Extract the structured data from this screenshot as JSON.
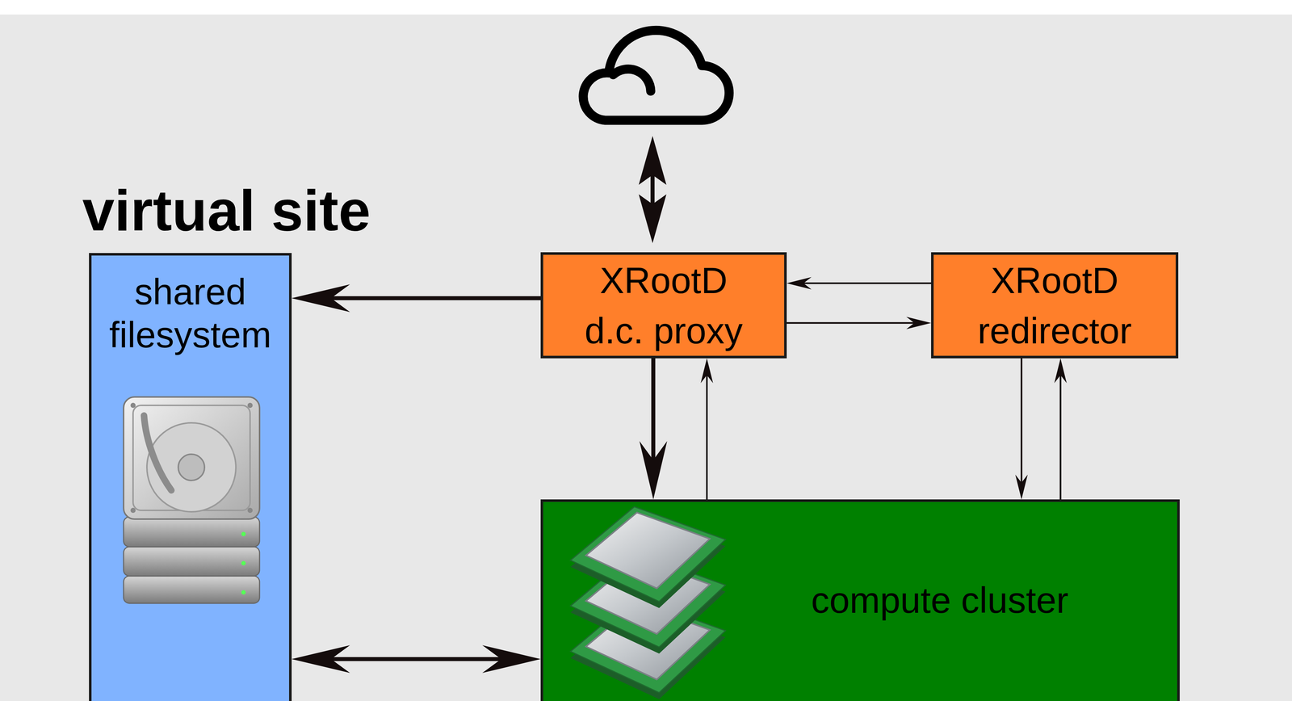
{
  "diagram": {
    "nodes": [
      {
        "text": [
          "shared filesystem"
        ]
      },
      {
        "text": [
          "XRootD",
          "d.c. proxy"
        ]
      },
      {
        "text": [
          "XRootD",
          "redirector"
        ]
      },
      {
        "text": [
          "compute cluster"
        ]
      }
    ],
    "edges": [
      {
        "from": 1,
        "to": 0,
        "arrow": "to"
      },
      {
        "from": 1,
        "to": 3,
        "arrow": "to"
      },
      {
        "from": 3,
        "to": 1,
        "arrow": "to"
      },
      {
        "from": 2,
        "to": 1,
        "arrow": "to"
      },
      {
        "from": 1,
        "to": 2,
        "arrow": "to"
      },
      {
        "from": 2,
        "to": 3,
        "arrow": "to"
      },
      {
        "from": 3,
        "to": 2,
        "arrow": "to"
      },
      {
        "from": 0,
        "to": 3,
        "arrow": "both"
      }
    ],
    "labels": [
      "virtual site"
    ]
  }
}
